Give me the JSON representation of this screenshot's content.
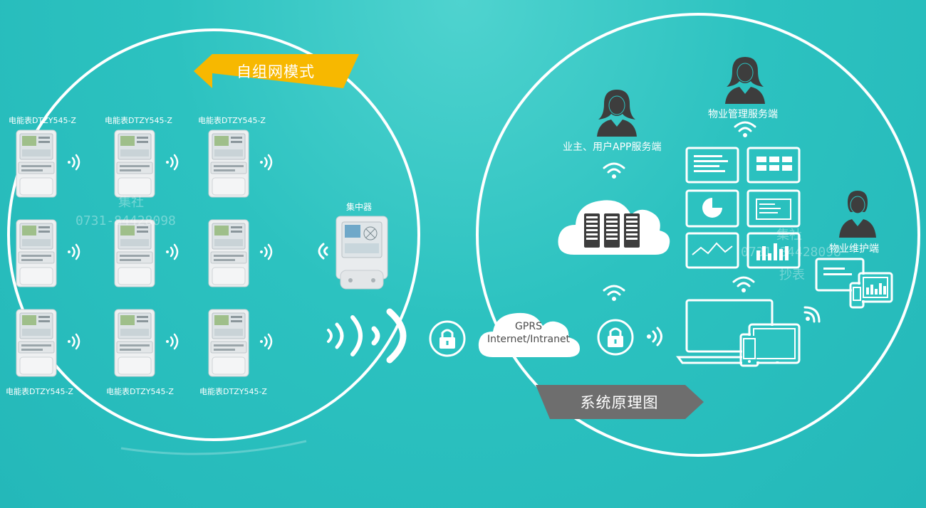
{
  "banner_left": "自组网模式",
  "banner_right": "系统原理图",
  "meters": {
    "top_labels": [
      "电能表DTZY545-Z",
      "电能表DTZY545-Z",
      "电能表DTZY545-Z"
    ],
    "bottom_labels": [
      "电能表DTZY545-Z",
      "电能表DTZY545-Z",
      "电能表DTZY545-Z"
    ]
  },
  "concentrator": {
    "label": "集中器"
  },
  "gprs": {
    "line1": "GPRS",
    "line2": "Internet/Intranet"
  },
  "users": {
    "owner_app": "业主、用户APP服务端",
    "property_mgmt": "物业管理服务端",
    "property_maint": "物业维护端"
  },
  "watermark": {
    "line1": "集社",
    "line2": "0731-84428098",
    "line3": "抄表"
  },
  "colors": {
    "bg": "#2cc2c0",
    "banner_left": "#f7b800",
    "banner_right": "#6e6e6e",
    "icon_dark": "#3d3d3d"
  }
}
